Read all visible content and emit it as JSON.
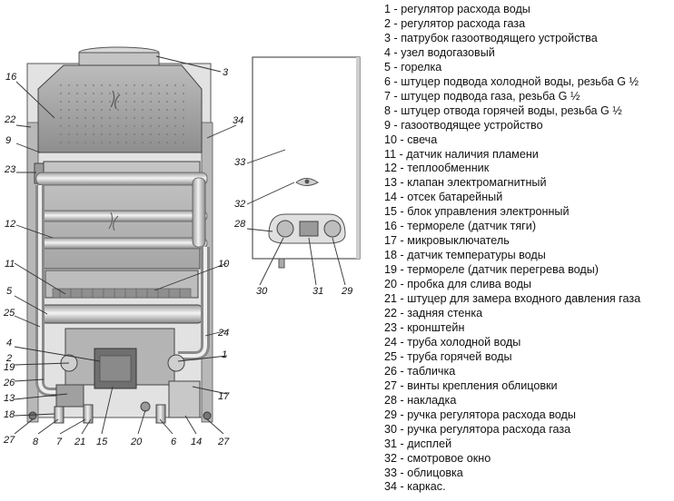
{
  "legend": [
    {
      "n": "1",
      "text": "регулятор расхода воды"
    },
    {
      "n": "2",
      "text": "регулятор расхода газа"
    },
    {
      "n": "3",
      "text": "патрубок газоотводящего устройства"
    },
    {
      "n": "4",
      "text": "узел водогазовый"
    },
    {
      "n": "5",
      "text": "горелка"
    },
    {
      "n": "6",
      "text": "штуцер подвода холодной воды, резьба G ½"
    },
    {
      "n": "7",
      "text": "штуцер подвода газа, резьба G ½"
    },
    {
      "n": "8",
      "text": "штуцер отвода горячей воды, резьба G ½"
    },
    {
      "n": "9",
      "text": "газоотводящее устройство"
    },
    {
      "n": "10",
      "text": "свеча"
    },
    {
      "n": "11",
      "text": "датчик наличия пламени"
    },
    {
      "n": "12",
      "text": "теплообменник"
    },
    {
      "n": "13",
      "text": "клапан электромагнитный"
    },
    {
      "n": "14",
      "text": "отсек батарейный"
    },
    {
      "n": "15",
      "text": "блок управления электронный"
    },
    {
      "n": "16",
      "text": "термореле (датчик тяги)"
    },
    {
      "n": "17",
      "text": "микровыключатель"
    },
    {
      "n": "18",
      "text": "датчик температуры воды"
    },
    {
      "n": "19",
      "text": "термореле (датчик перегрева воды)"
    },
    {
      "n": "20",
      "text": "пробка для слива воды"
    },
    {
      "n": "21",
      "text": "штуцер для замера входного давления газа"
    },
    {
      "n": "22",
      "text": "задняя стенка"
    },
    {
      "n": "23",
      "text": "кронштейн"
    },
    {
      "n": "24",
      "text": "труба холодной воды"
    },
    {
      "n": "25",
      "text": "труба горячей воды"
    },
    {
      "n": "26",
      "text": "табличка"
    },
    {
      "n": "27",
      "text": "винты крепления облицовки"
    },
    {
      "n": "28",
      "text": "накладка"
    },
    {
      "n": "29",
      "text": "ручка регулятора расхода воды"
    },
    {
      "n": "30",
      "text": "ручка регулятора расхода газа"
    },
    {
      "n": "31",
      "text": "дисплей"
    },
    {
      "n": "32",
      "text": "смотровое окно"
    },
    {
      "n": "33",
      "text": "облицовка"
    },
    {
      "n": "34",
      "text": "каркас."
    }
  ],
  "callouts": {
    "c1": "1",
    "c2": "2",
    "c3": "3",
    "c4": "4",
    "c5": "5",
    "c6": "6",
    "c7": "7",
    "c8": "8",
    "c9": "9",
    "c10": "10",
    "c11": "11",
    "c12": "12",
    "c13": "13",
    "c14": "14",
    "c15": "15",
    "c16": "16",
    "c17": "17",
    "c18": "18",
    "c19": "19",
    "c20": "20",
    "c21": "21",
    "c22": "22",
    "c23": "23",
    "c24": "24",
    "c25": "25",
    "c26": "26",
    "c27a": "27",
    "c27b": "27",
    "c28": "28",
    "c29": "29",
    "c30": "30",
    "c31": "31",
    "c32": "32",
    "c33": "33",
    "c34": "34"
  }
}
